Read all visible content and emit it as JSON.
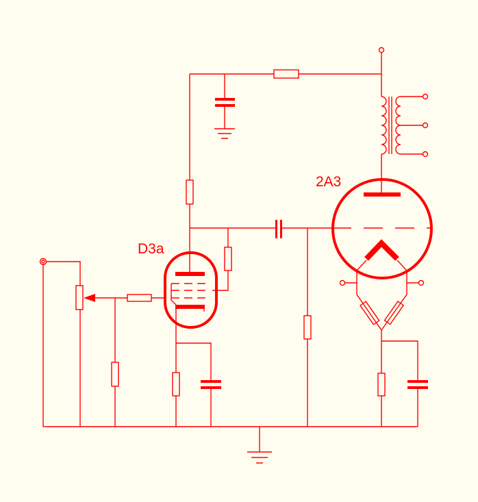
{
  "labels": {
    "driver_tube": "D3a",
    "output_tube": "2A3"
  },
  "colors": {
    "background": "#fffdf0",
    "wire": "#ff0000"
  },
  "components": [
    "input-jack",
    "volume-pot",
    "grid-stopper",
    "grid-leak",
    "d3a-pentode",
    "plate-load",
    "screen-resistor",
    "cathode-resistor",
    "cathode-bypass-cap",
    "coupling-cap",
    "output-grid-resistor",
    "2a3-triode",
    "filament-hum-pot",
    "output-cathode-resistor",
    "output-bypass-cap",
    "output-transformer",
    "decoupling-resistor",
    "decoupling-cap",
    "ground"
  ]
}
